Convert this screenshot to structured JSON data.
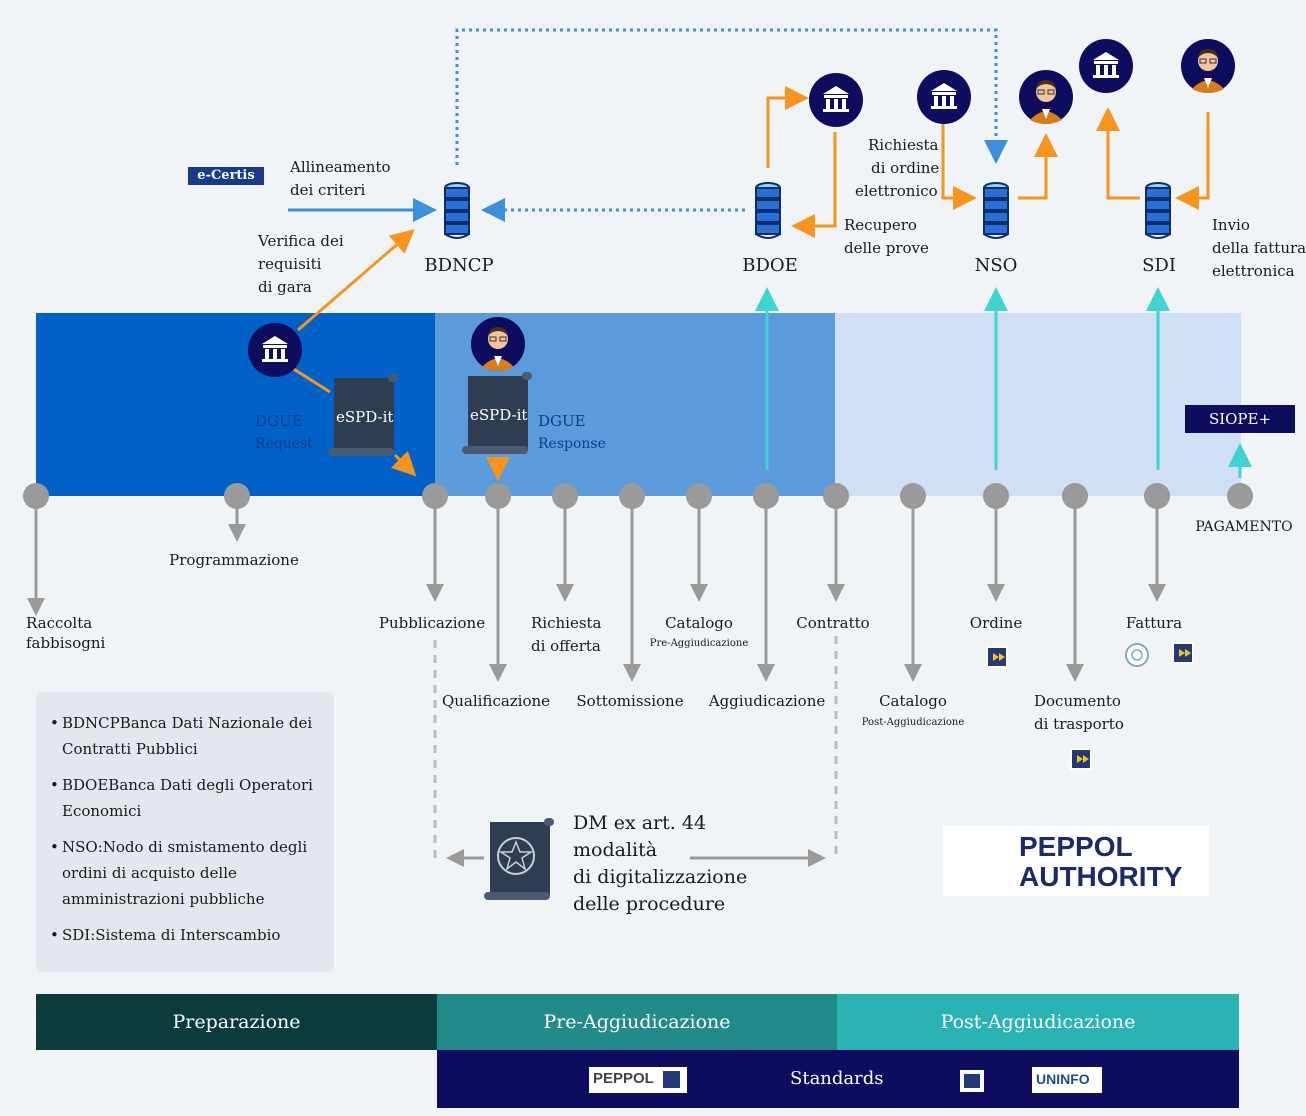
{
  "top_nodes": {
    "bdncp": "BDNCP",
    "bdoe": "BDOE",
    "nso": "NSO",
    "sdi": "SDI"
  },
  "ecertis_logo": "e-Certis",
  "annotations": {
    "allineamento": [
      "Allineamento",
      "dei criteri"
    ],
    "verifica": [
      "Verifica dei",
      "requisiti",
      "di gara"
    ],
    "recupero": [
      "Recupero",
      "delle prove"
    ],
    "richiesta_ordine": [
      "Richiesta",
      "di ordine",
      "elettronico"
    ],
    "invio_fattura": [
      "Invio",
      "della fattura",
      "elettronica"
    ]
  },
  "espd": {
    "request_doc": "eSPD-it",
    "request_label": [
      "DGUE",
      "Request"
    ],
    "response_doc": "eSPD-it",
    "response_label": [
      "DGUE",
      "Response"
    ]
  },
  "siope": "SIOPE+",
  "timeline": {
    "raccolta": [
      "Raccolta",
      "fabbisogni"
    ],
    "programmazione": "Programmazione",
    "pubblicazione": "Pubblicazione",
    "qualificazione": "Qualificazione",
    "richiesta_offerta": [
      "Richiesta",
      "di offerta"
    ],
    "sottomissione": "Sottomissione",
    "catalogo_pre": [
      "Catalogo",
      "Pre-Aggiudicazione"
    ],
    "aggiudicazione": "Aggiudicazione",
    "contratto": "Contratto",
    "catalogo_post": [
      "Catalogo",
      "Post-Aggiudicazione"
    ],
    "ordine": "Ordine",
    "documento_trasporto": [
      "Documento",
      "di trasporto"
    ],
    "fattura": "Fattura",
    "pagamento": "PAGAMENTO"
  },
  "legend": [
    "BDNCPBanca Dati Nazionale dei Contratti Pubblici",
    "BDOEBanca Dati degli Operatori Economici",
    "NSO:Nodo di smistamento degli ordini di acquisto delle amministrazioni pubbliche",
    "SDI:Sistema di Interscambio"
  ],
  "dm_text": [
    "DM ex art. 44",
    "modalità",
    "di digitalizzazione",
    "delle procedure"
  ],
  "peppol_authority": [
    "PEPPOL",
    "AUTHORITY"
  ],
  "phases": {
    "preparazione": "Preparazione",
    "pre": "Pre-Aggiudicazione",
    "post": "Post-Aggiudicazione",
    "standards": "Standards"
  },
  "std_logos": {
    "peppol": "PEPPOL",
    "uninfo": "UNINFO"
  },
  "colors": {
    "band_dark": "#0061c6",
    "band_mid": "#5b9bdc",
    "band_light": "#cfe0f5",
    "orange": "#f7941d",
    "cyan": "#3ed4d4",
    "blue_arrow": "#3b8ee0",
    "grey": "#9a9a9a",
    "navy": "#0d0c5e",
    "phase_prep": "#0b3b3b",
    "phase_pre": "#238a8a",
    "phase_post": "#2bb3b3"
  }
}
